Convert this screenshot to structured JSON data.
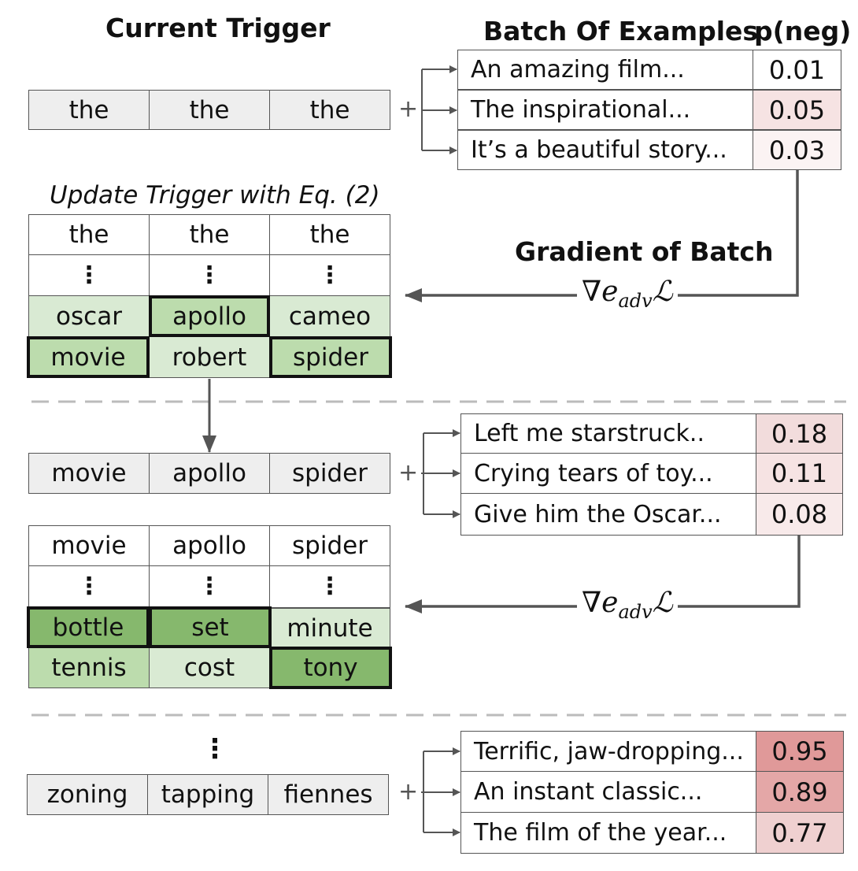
{
  "headers": {
    "current_trigger": "Current Trigger",
    "batch_of_examples": "Batch Of Examples",
    "p_neg": "p(neg)",
    "update_trigger": "Update Trigger with Eq. (2)",
    "gradient_of_batch": "Gradient of Batch"
  },
  "gradient_symbol": {
    "nabla": "∇",
    "e": "e",
    "subscript": "adv",
    "loss": "ℒ"
  },
  "vdots": "⋮",
  "plus": "+",
  "iteration1": {
    "trigger": [
      "the",
      "the",
      "the"
    ],
    "examples": [
      {
        "text": "An amazing film...",
        "p": "0.01"
      },
      {
        "text": "The inspirational...",
        "p": "0.05"
      },
      {
        "text": "It’s a beautiful story...",
        "p": "0.03"
      }
    ],
    "candidate_header": [
      "the",
      "the",
      "the"
    ],
    "candidates": [
      [
        "oscar",
        "apollo",
        "cameo"
      ],
      [
        "movie",
        "robert",
        "spider"
      ]
    ]
  },
  "iteration2": {
    "trigger": [
      "movie",
      "apollo",
      "spider"
    ],
    "examples": [
      {
        "text": "Left me starstruck..",
        "p": "0.18"
      },
      {
        "text": "Crying tears of toy...",
        "p": "0.11"
      },
      {
        "text": "Give him the Oscar...",
        "p": "0.08"
      }
    ],
    "candidate_header": [
      "movie",
      "apollo",
      "spider"
    ],
    "candidates": [
      [
        "bottle",
        "set",
        "minute"
      ],
      [
        "tennis",
        "cost",
        "tony"
      ]
    ]
  },
  "final": {
    "trigger": [
      "zoning",
      "tapping",
      "fiennes"
    ],
    "examples": [
      {
        "text": "Terrific, jaw-dropping...",
        "p": "0.95"
      },
      {
        "text": "An instant classic...",
        "p": "0.89"
      },
      {
        "text": "The film of the year...",
        "p": "0.77"
      }
    ]
  },
  "colors": {
    "p_very_low": "#fbf3f3",
    "p_low": "#f6e3e3",
    "p_mid": "#f2dcdc",
    "p_high": "#e8b3b3",
    "p_very_high": "#e09999",
    "candidate_light": "#d9ead3",
    "candidate_mid": "#bcdcad",
    "candidate_dark": "#86b86d",
    "trigger_gray": "#eeeeee"
  }
}
